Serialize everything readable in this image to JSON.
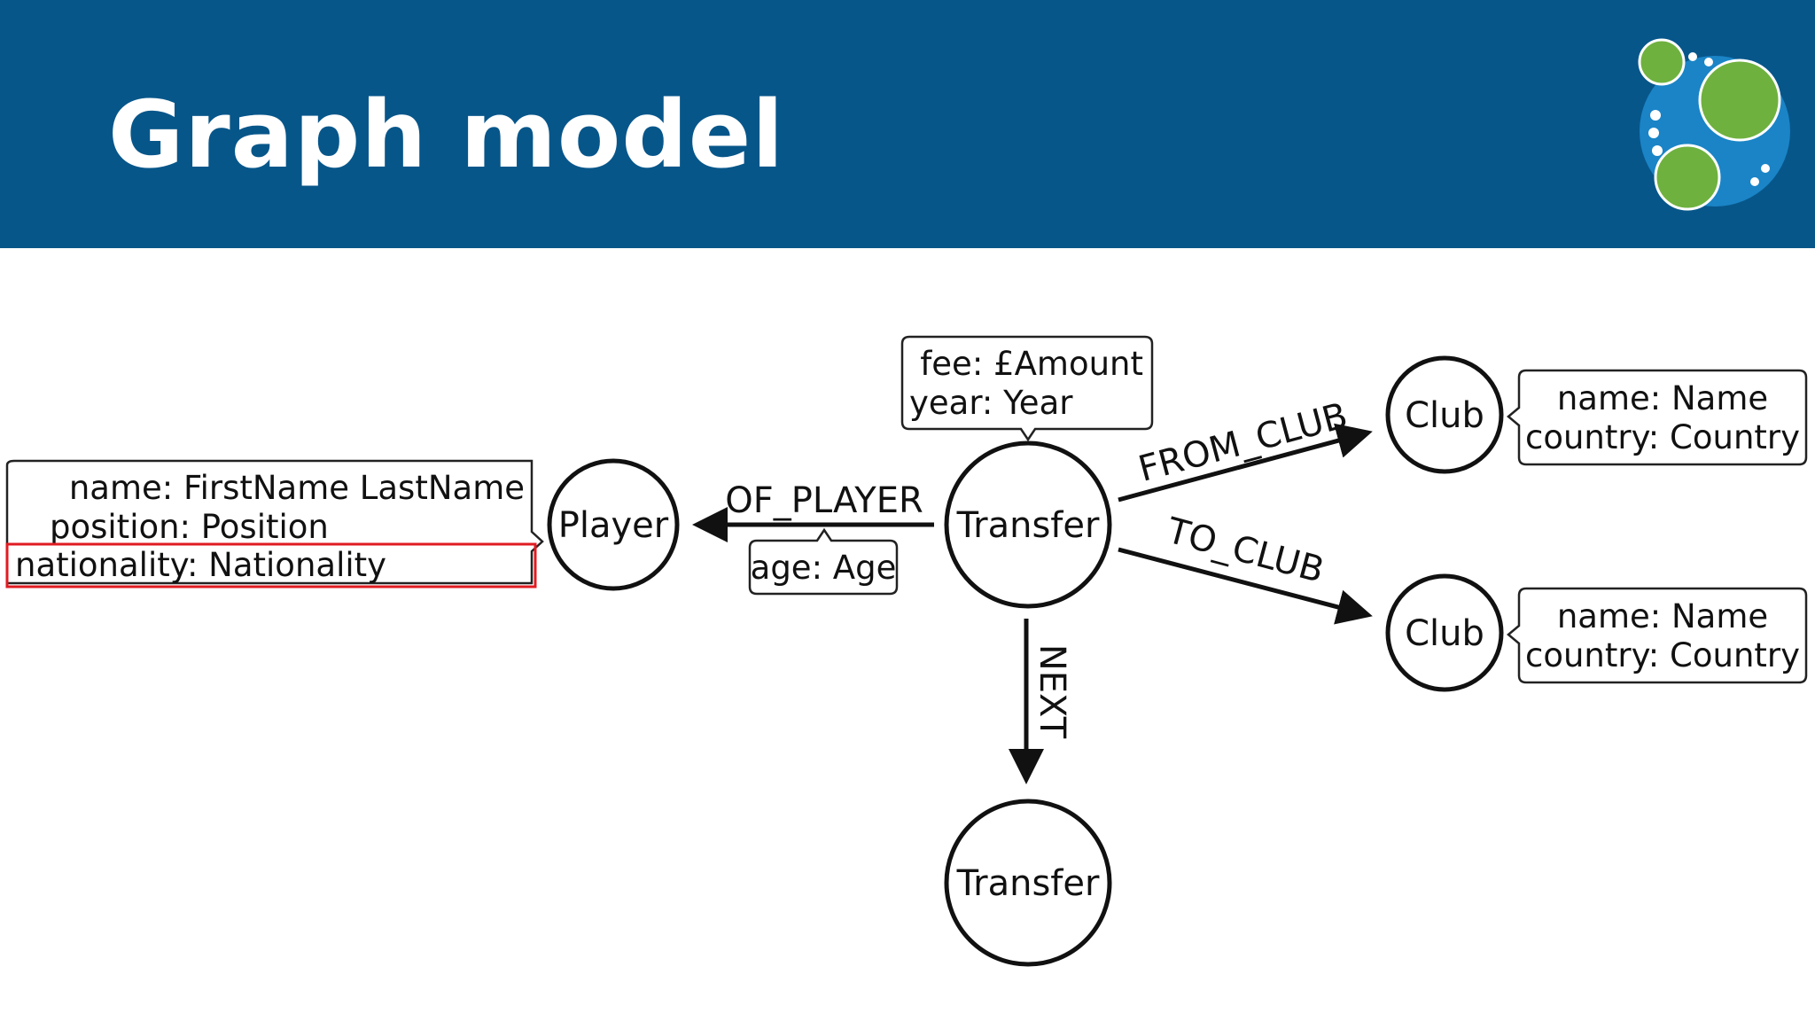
{
  "slide": {
    "title": "Graph model",
    "logo_icon": "neo4j-logo-icon",
    "colors": {
      "header": "#07568a",
      "logo_ring": "#1a84c6",
      "logo_node": "#6fb13f",
      "highlight": "#e01b22"
    }
  },
  "nodes": {
    "player": "Player",
    "transfer_main": "Transfer",
    "transfer_next": "Transfer",
    "club_from": "Club",
    "club_to": "Club"
  },
  "relationships": {
    "of_player": "OF_PLAYER",
    "from_club": "FROM_CLUB",
    "to_club": "TO_CLUB",
    "next": "NEXT"
  },
  "properties": {
    "player": [
      "name: FirstName LastName",
      "position: Position",
      "nationality: Nationality"
    ],
    "transfer": [
      "fee: £Amount",
      "year: Year"
    ],
    "of_player": [
      "age: Age"
    ],
    "club_from": [
      "name: Name",
      "country: Country"
    ],
    "club_to": [
      "name: Name",
      "country: Country"
    ]
  }
}
